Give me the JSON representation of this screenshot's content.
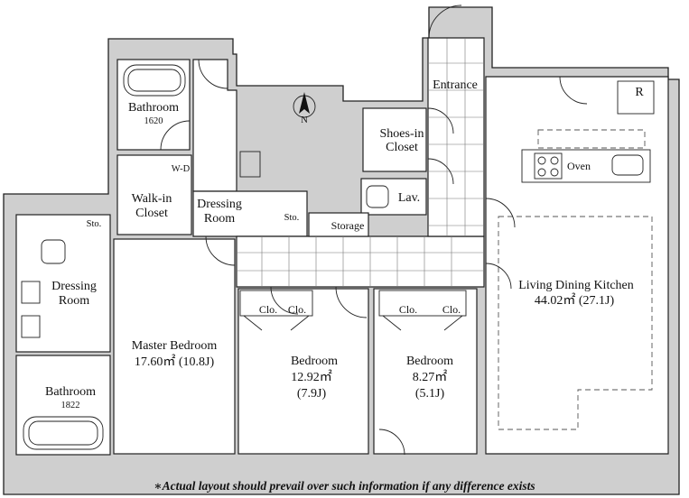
{
  "rooms": {
    "bathroom_upper": "Bathroom",
    "bathroom_upper_code": "1620",
    "wd": "W-D",
    "walk_in": [
      "Walk-in",
      "Closet"
    ],
    "dressing_room_center": [
      "Dressing",
      "Room"
    ],
    "sto_center": "Sto.",
    "sto_left": "Sto.",
    "storage": "Storage",
    "dressing_room_left": [
      "Dressing",
      "Room"
    ],
    "bathroom_lower": "Bathroom",
    "bathroom_lower_code": "1822",
    "master_bedroom": "Master Bedroom",
    "master_bedroom_area": "17.60㎡ (10.8J)",
    "bedroom2": "Bedroom",
    "bedroom2_area": "12.92㎡",
    "bedroom2_j": "(7.9J)",
    "bedroom3": "Bedroom",
    "bedroom3_area": "8.27㎡",
    "bedroom3_j": "(5.1J)",
    "clo": "Clo.",
    "entrance": "Entrance",
    "shoes_in": [
      "Shoes-in",
      "Closet"
    ],
    "lav": "Lav.",
    "ldk": "Living Dining Kitchen",
    "ldk_area": "44.02㎡ (27.1J)",
    "oven": "Oven",
    "refrigerator": "R",
    "north": "N"
  },
  "disclaimer": "∗Actual layout should prevail over such information if any difference exists"
}
